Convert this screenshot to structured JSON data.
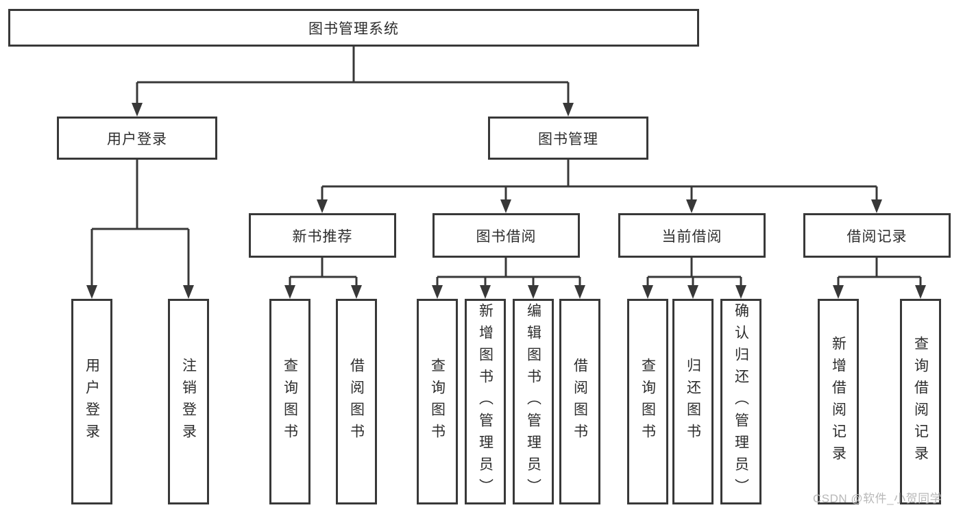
{
  "diagram": {
    "type": "hierarchy-tree",
    "orientation": "top-down"
  },
  "nodes": {
    "root": {
      "label": "图书管理系统"
    },
    "level2": [
      {
        "label": "用户登录"
      },
      {
        "label": "图书管理"
      }
    ],
    "level3": [
      {
        "label": "新书推荐",
        "parent": "图书管理"
      },
      {
        "label": "图书借阅",
        "parent": "图书管理"
      },
      {
        "label": "当前借阅",
        "parent": "图书管理"
      },
      {
        "label": "借阅记录",
        "parent": "图书管理"
      }
    ],
    "leaves": [
      {
        "label": "用户登录",
        "parent": "用户登录"
      },
      {
        "label": "注销登录",
        "parent": "用户登录"
      },
      {
        "label": "查询图书",
        "parent": "新书推荐"
      },
      {
        "label": "借阅图书",
        "parent": "新书推荐"
      },
      {
        "label": "查询图书",
        "parent": "图书借阅"
      },
      {
        "label": "新增图书（管理员）",
        "parent": "图书借阅"
      },
      {
        "label": "编辑图书（管理员）",
        "parent": "图书借阅"
      },
      {
        "label": "借阅图书",
        "parent": "图书借阅"
      },
      {
        "label": "查询图书",
        "parent": "当前借阅"
      },
      {
        "label": "归还图书",
        "parent": "当前借阅"
      },
      {
        "label": "确认归还（管理员）",
        "parent": "当前借阅"
      },
      {
        "label": "新增借阅记录",
        "parent": "借阅记录"
      },
      {
        "label": "查询借阅记录",
        "parent": "借阅记录"
      }
    ]
  },
  "watermark": {
    "text": "CSDN @软件_小贺同学",
    "color": "#b8b8b8"
  },
  "colors": {
    "line": "#383838",
    "box_border": "#383838",
    "box_fill": "#ffffff",
    "text": "#2d2d2d",
    "background": "#ffffff"
  }
}
